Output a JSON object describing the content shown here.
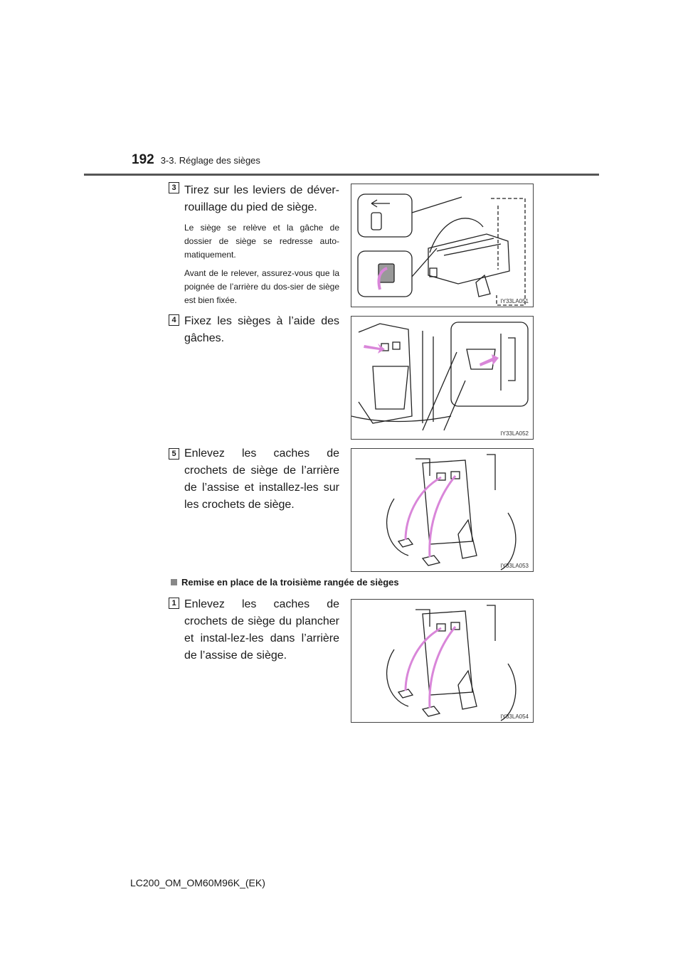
{
  "header": {
    "page_number": "192",
    "section": "3-3. Réglage des sièges"
  },
  "steps": [
    {
      "num": "3",
      "text": "Tirez sur les leviers de déver-rouillage du pied de siège.",
      "notes": [
        "Le siège se relève et la gâche de dossier de siège se redresse auto-matiquement.",
        "Avant de le relever, assurez-vous que la poignée de l’arrière du dos-sier de siège est bien fixée."
      ],
      "figure_code": "IY33LA051"
    },
    {
      "num": "4",
      "text": "Fixez les sièges à l’aide des gâches.",
      "figure_code": "IY33LA052"
    },
    {
      "num": "5",
      "text": "Enlevez les caches de crochets de siège de l’arrière de l’assise et installez-les sur les crochets de siège.",
      "figure_code": "IY33LA053"
    }
  ],
  "section2": {
    "title": "Remise en place de la troisième rangée de sièges",
    "steps": [
      {
        "num": "1",
        "text": "Enlevez les caches de crochets de siège du plancher et instal-lez-les dans l’arrière de l’assise de siège.",
        "figure_code": "IY33LA054"
      }
    ]
  },
  "footer": {
    "text": "LC200_OM_OM60M96K_(EK)"
  },
  "colors": {
    "arrow_pink": "#d986d9",
    "rule": "#555555"
  }
}
